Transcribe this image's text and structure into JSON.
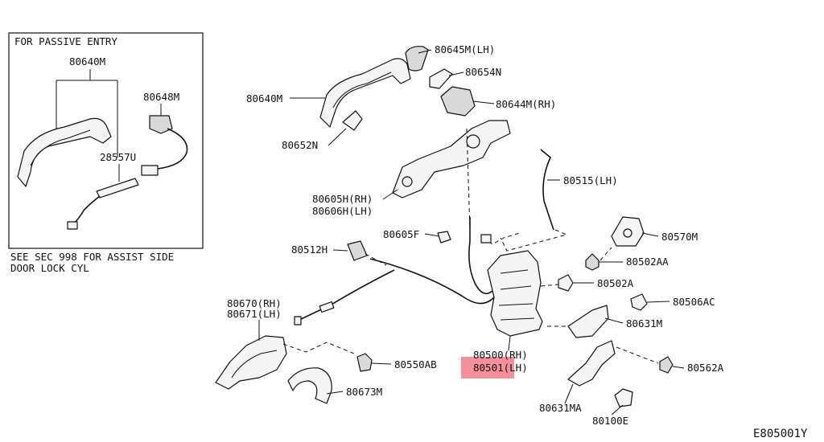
{
  "inset": {
    "title": "FOR PASSIVE ENTRY",
    "labels": {
      "handle": "80640M",
      "connector": "80648M",
      "sensor": "28557U"
    }
  },
  "note": {
    "line1": "SEE SEC 998 FOR ASSIST SIDE",
    "line2": "DOOR LOCK CYL"
  },
  "labels": {
    "p80640M": "80640M",
    "p80645M": "80645M(LH)",
    "p80654N": "80654N",
    "p80644M": "80644M(RH)",
    "p80652N": "80652N",
    "p80605H": "80605H(RH)",
    "p80606H": "80606H(LH)",
    "p80515": "80515(LH)",
    "p80605F": "80605F",
    "p80512H": "80512H",
    "p80570M": "80570M",
    "p80502AA": "80502AA",
    "p80502A": "80502A",
    "p80506AC": "80506AC",
    "p80670": "80670(RH)",
    "p80671": "80671(LH)",
    "p80631M": "80631M",
    "p80500": "80500(RH)",
    "p80501": "80501(LH)",
    "p80550AB": "80550AB",
    "p80562A": "80562A",
    "p80673M": "80673M",
    "p80631MA": "80631MA",
    "p80100E": "80100E"
  },
  "diagram_code": "E805001Y",
  "highlight_color": "#f26b78"
}
